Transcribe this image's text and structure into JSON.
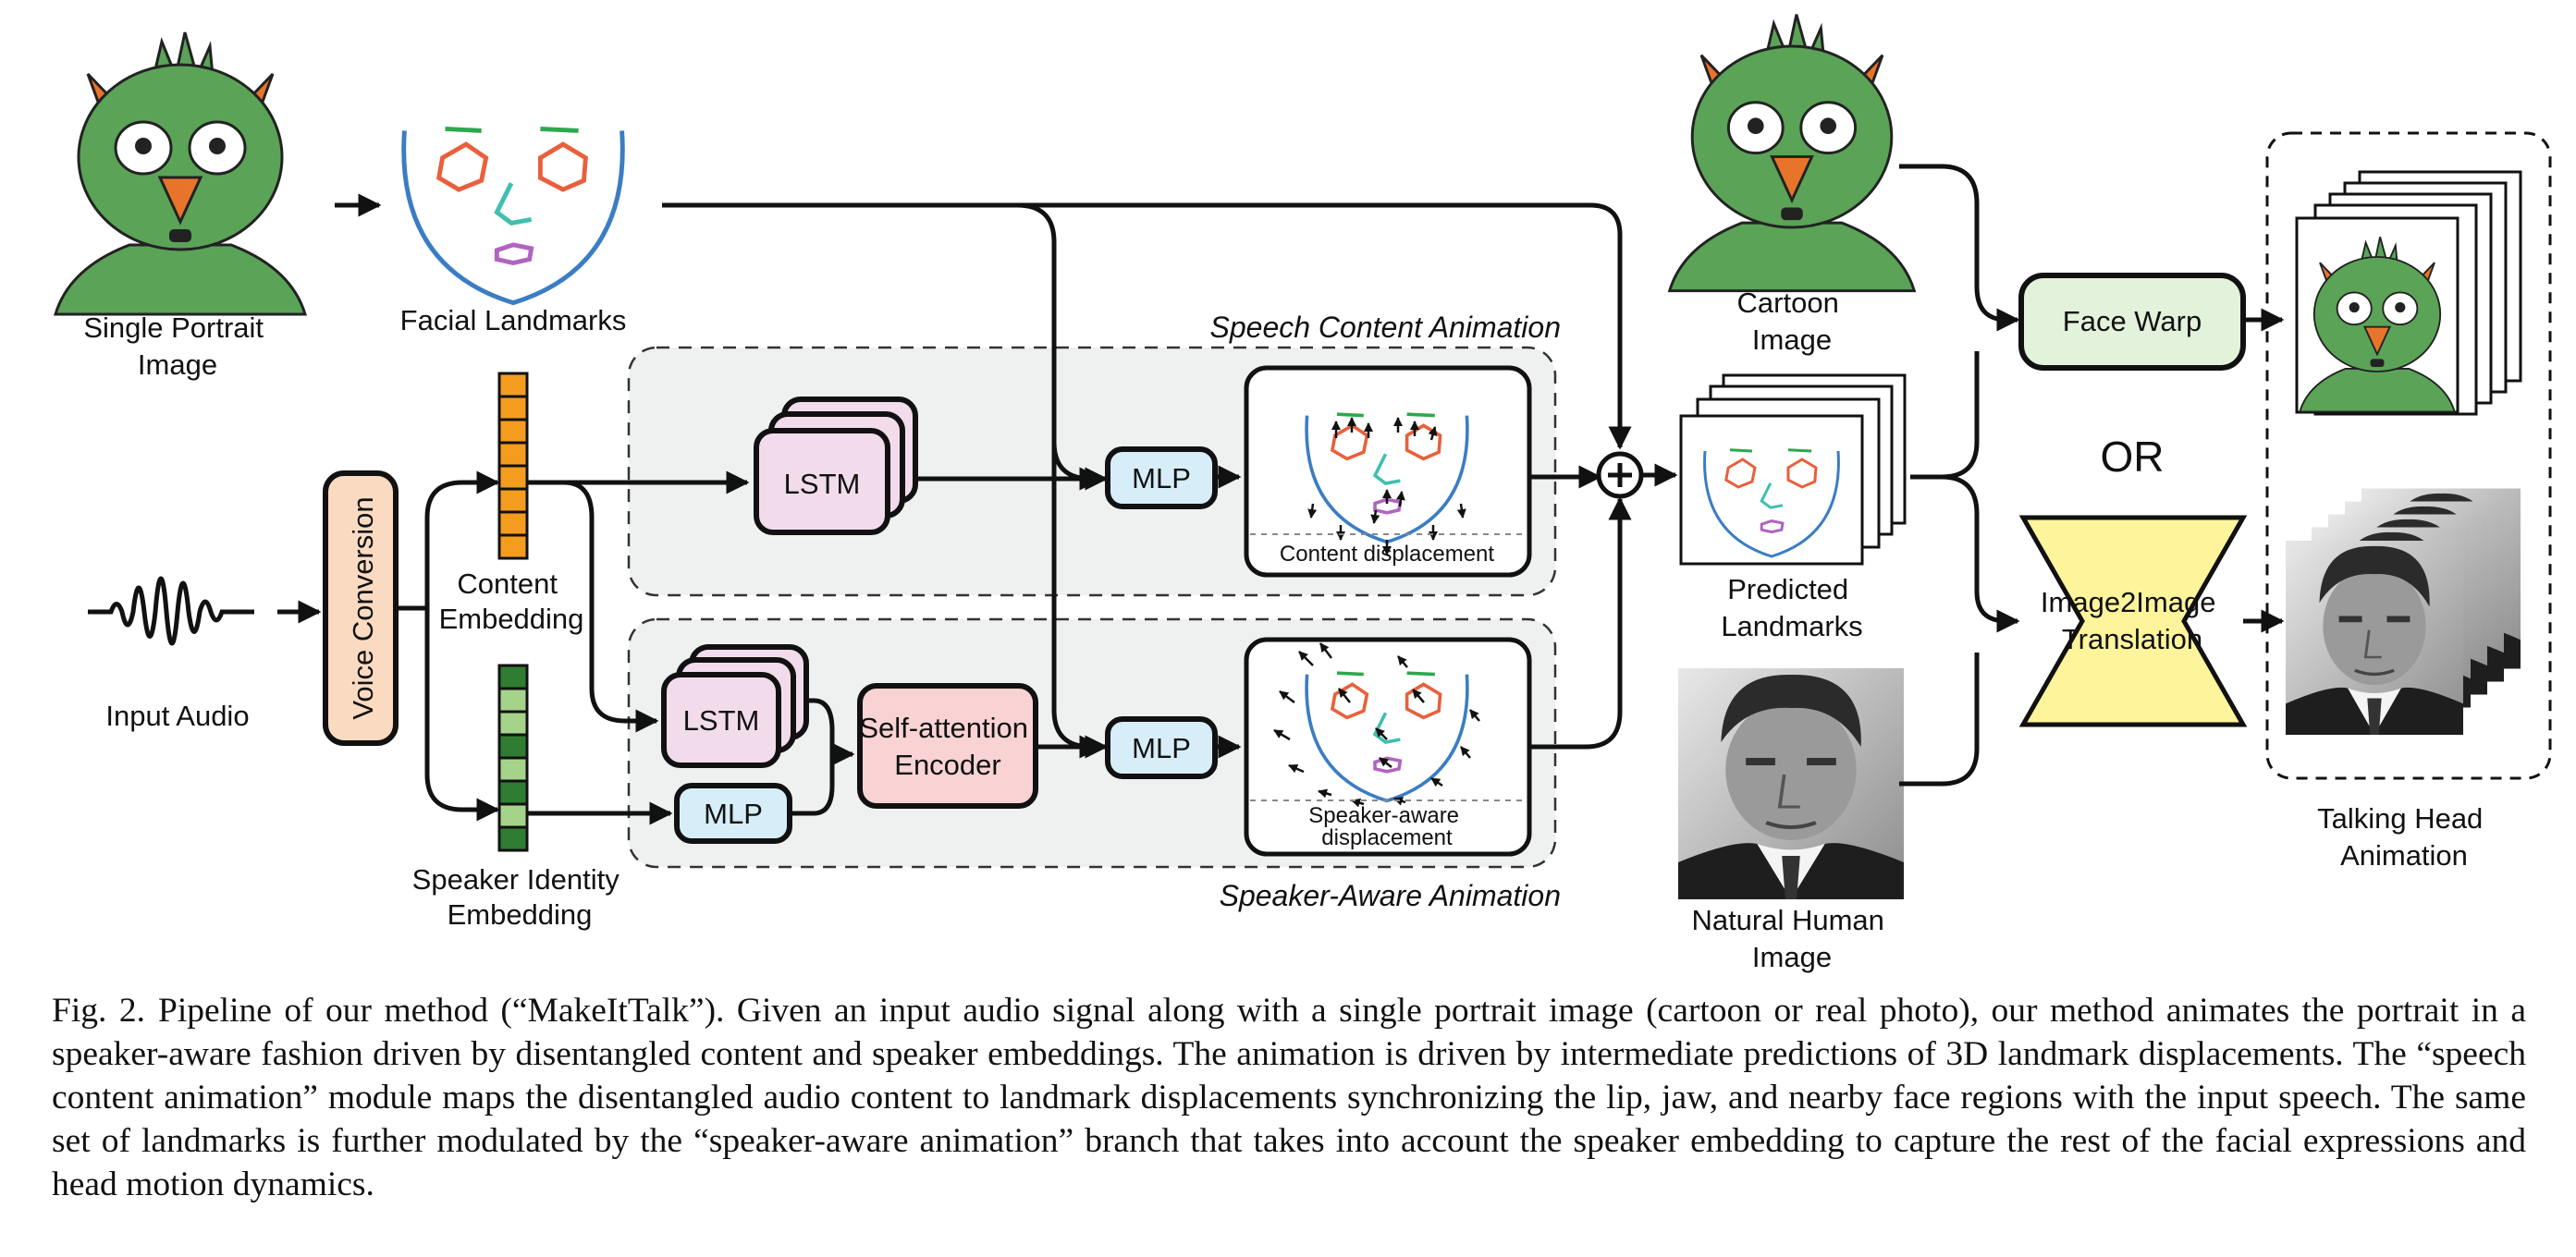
{
  "figure": {
    "labels": {
      "single_portrait": [
        "Single Portrait",
        "Image"
      ],
      "facial_landmarks": "Facial Landmarks",
      "input_audio": "Input Audio",
      "voice_conversion": "Voice Conversion",
      "content_embedding": [
        "Content",
        "Embedding"
      ],
      "speaker_embedding": [
        "Speaker Identity",
        "Embedding"
      ],
      "speech_content_animation": "Speech Content Animation",
      "speaker_aware_animation": "Speaker-Aware Animation",
      "lstm_top": "LSTM",
      "lstm_bottom": "LSTM",
      "mlp_top": "MLP",
      "mlp_bottom": "MLP",
      "mlp_speaker": "MLP",
      "self_attention": [
        "Self-attention",
        "Encoder"
      ],
      "content_displacement": "Content displacement",
      "speaker_displacement": [
        "Speaker-aware",
        "displacement"
      ],
      "cartoon_image": [
        "Cartoon",
        "Image"
      ],
      "predicted_landmarks": [
        "Predicted",
        "Landmarks"
      ],
      "natural_human": [
        "Natural Human",
        "Image"
      ],
      "face_warp": "Face Warp",
      "or": "OR",
      "image2image": [
        "Image2Image",
        "Translation"
      ],
      "talking_head": [
        "Talking Head",
        "Animation"
      ]
    },
    "colors": {
      "voice_conversion": "#fadbc1",
      "content_embedding": "#f39c1e",
      "speaker_embedding": "#2e7d32",
      "lstm": "#f2dcec",
      "mlp": "#d7eef8",
      "self_attention": "#f9d3d4",
      "face_warp": "#e3f2da",
      "image2image": "#fdf49c",
      "cartoon_green": "#5aa357"
    }
  },
  "caption": {
    "label": "Fig. 2.",
    "text": "Pipeline of our method (“MakeItTalk”). Given an input audio signal along with a single portrait image (cartoon or real photo), our method animates the portrait in a speaker-aware fashion driven by disentangled content and speaker embeddings. The animation is driven by intermediate predictions of 3D landmark displacements. The “speech content animation” module maps the disentangled audio content to landmark displacements synchronizing the lip, jaw, and nearby face regions with the input speech. The same set of landmarks is further modulated by the “speaker-aware animation” branch that takes into account the speaker embedding to capture the rest of the facial expressions and head motion dynamics."
  }
}
